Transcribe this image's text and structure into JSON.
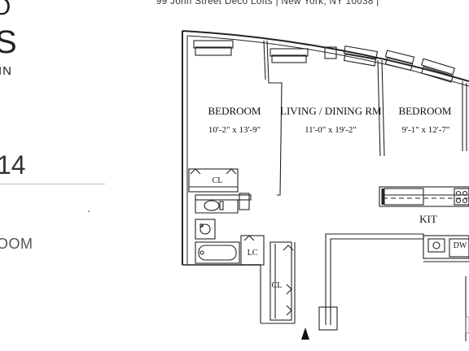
{
  "header": {
    "address": "99 John Street Deco Lofts  |  New York, NY 10038  |"
  },
  "sidebar": {
    "logo_top": "O",
    "logo_mid": "S",
    "logo_bottom": "IN",
    "unit_number": "14",
    "unit_type": "OOM"
  },
  "plan": {
    "bedroom_left": {
      "name": "BEDROOM",
      "dims": "10'-2\" x 13'-9\""
    },
    "living": {
      "name": "LIVING / DINING RM",
      "dims": "11'-0\" x 19'-2\""
    },
    "bedroom_right": {
      "name": "BEDROOM",
      "dims": "9'-1\" x 12'-7\""
    },
    "closet_top": "CL",
    "linen_closet": "LC",
    "closet_hall": "CL",
    "kitchen": "KIT",
    "dishwasher": "DW"
  }
}
